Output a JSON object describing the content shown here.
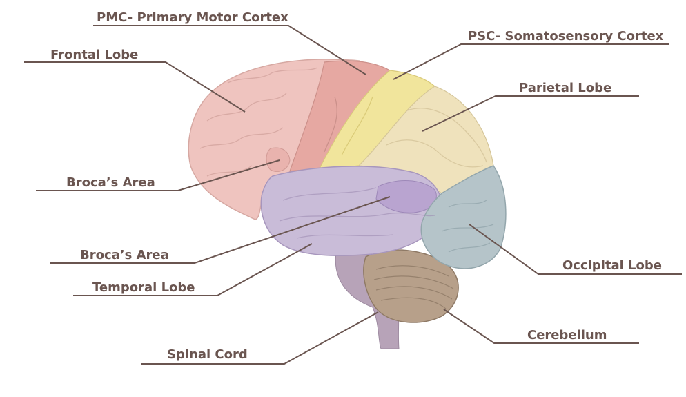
{
  "labels": {
    "pmc": "PMC- Primary Motor Cortex",
    "psc": "PSC- Somatosensory Cortex",
    "frontal": "Frontal Lobe",
    "parietal": "Parietal Lobe",
    "broca1": "Broca’s Area",
    "broca2": "Broca’s Area",
    "occipital": "Occipital Lobe",
    "temporal": "Temporal Lobe",
    "cerebellum": "Cerebellum",
    "spinal": "Spinal Cord"
  },
  "colors": {
    "frontal": "#efc4bf",
    "motor": "#e6a8a2",
    "somato": "#f1e59c",
    "parietal": "#efe2bc",
    "temporal": "#c9bcd8",
    "broca": "#b9a4d0",
    "occipital": "#b5c4c9",
    "cerebellum": "#b7a08a",
    "stem": "#b7a3b8",
    "leader": "#6a5550",
    "label": "#6a5550"
  }
}
